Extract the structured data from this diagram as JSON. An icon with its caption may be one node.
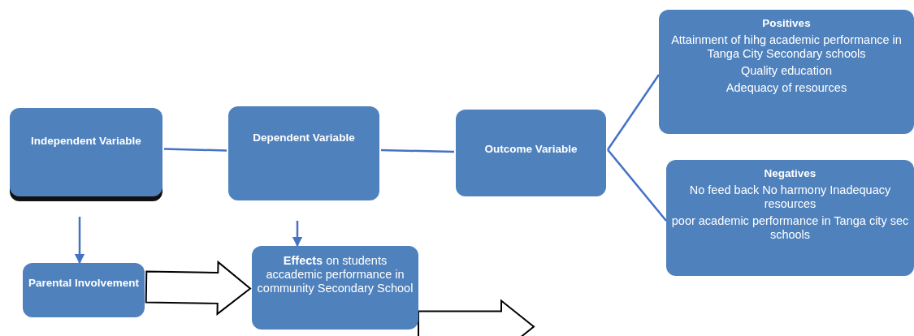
{
  "diagram": {
    "nodes": [
      {
        "text": [
          "Independent Variable"
        ]
      },
      {
        "text": [
          "Dependent Variable"
        ]
      },
      {
        "text": [
          "Outcome Variable"
        ]
      },
      {
        "text": [
          "Positives",
          "Attainment of hihg academic performance in Tanga City Secondary schools",
          "Quality education",
          "Adequacy of resources"
        ]
      },
      {
        "text": [
          "Negatives",
          "No feed back No harmony Inadequacy resources",
          "poor academic performance in Tanga city sec schools"
        ]
      },
      {
        "text": [
          "Parental Involvement"
        ]
      },
      {
        "text": [
          "**Effects** on students accademic performance in community Secondary School"
        ]
      }
    ],
    "edges": [
      {
        "from": 0,
        "to": 1,
        "arrow": "none"
      },
      {
        "from": 1,
        "to": 2,
        "arrow": "none"
      },
      {
        "from": 2,
        "to": 3,
        "arrow": "none"
      },
      {
        "from": 2,
        "to": 4,
        "arrow": "none"
      },
      {
        "from": 0,
        "to": 5,
        "arrow": "to"
      },
      {
        "from": 1,
        "to": 6,
        "arrow": "to"
      },
      {
        "from": 5,
        "to": 6,
        "arrow": "to",
        "style": "thick"
      },
      {
        "from": 6,
        "to": null,
        "arrow": "to",
        "style": "thick"
      }
    ]
  }
}
